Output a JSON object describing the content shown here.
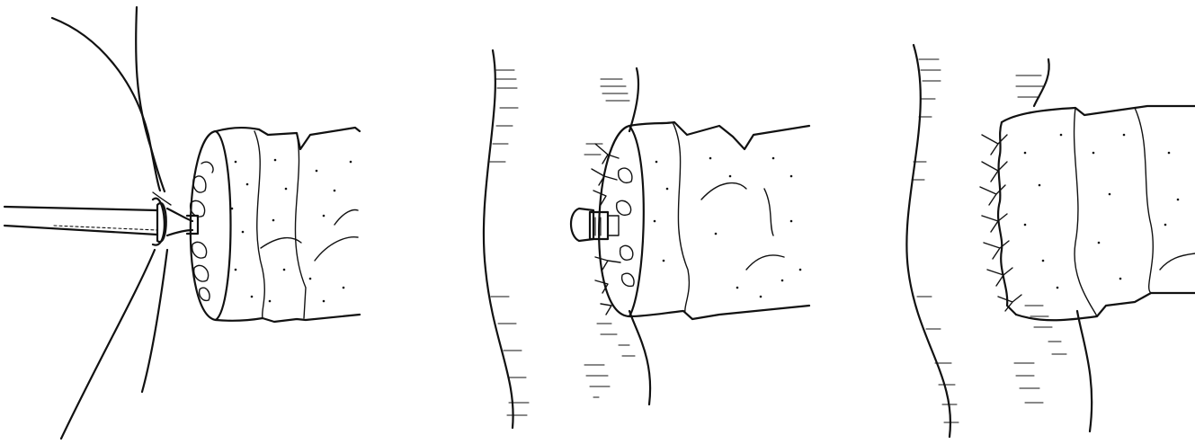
{
  "figure": {
    "panels": [
      {
        "id": "panel-1",
        "instrument": "tube-instrument",
        "stage": "cuff-pulled-to-opening"
      },
      {
        "id": "panel-2",
        "instrument": "button-stoma",
        "stage": "cuff-sutured-with-button"
      },
      {
        "id": "panel-3",
        "instrument": "none",
        "stage": "completed-anastomosis"
      }
    ],
    "ink_color": "#111111",
    "background_color": "#ffffff"
  }
}
